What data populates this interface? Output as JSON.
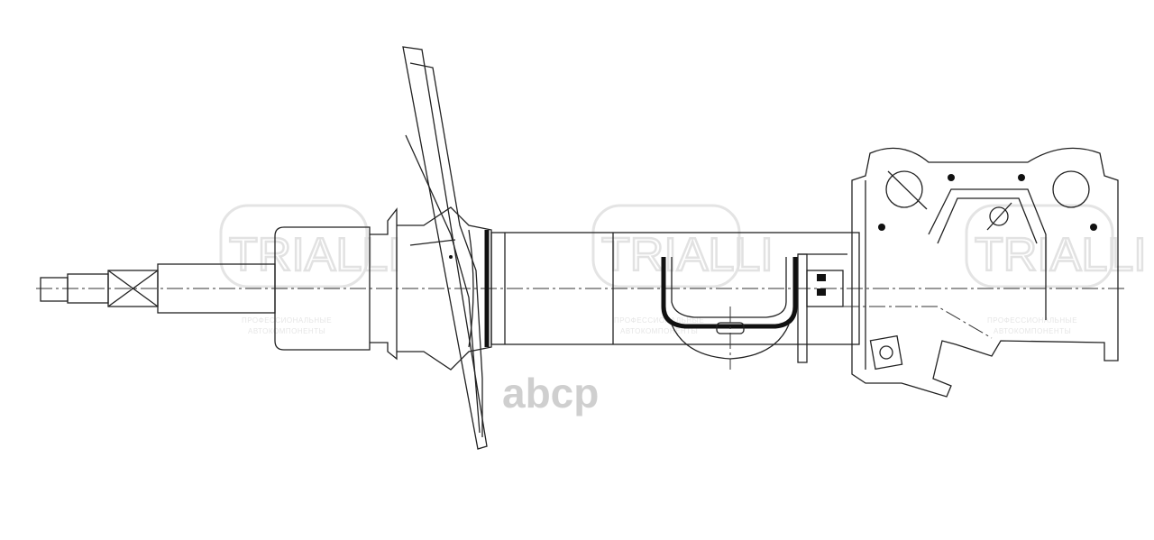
{
  "watermark": {
    "brand": "TRIALLI",
    "line1": "ПРОФЕССИОНАЛЬНЫЕ",
    "line2": "АВТОКОМПОНЕНТЫ"
  },
  "logo": {
    "text": "abcp"
  }
}
